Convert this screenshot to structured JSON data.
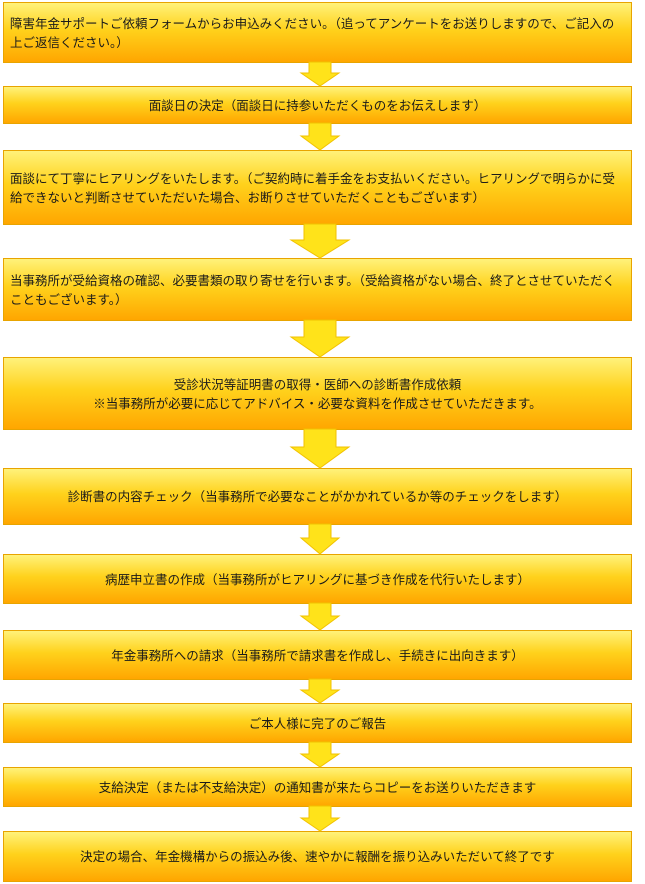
{
  "steps": [
    {
      "text": "障害年金サポートご依頼フォームからお申込みください。（追ってアンケートをお送りしますので、ご記入の上ご返信ください。）",
      "align": "left"
    },
    {
      "text": "面談日の決定（面談日に持参いただくものをお伝えします）",
      "align": "center"
    },
    {
      "text": "面談にて丁寧にヒアリングをいたします。（ご契約時に着手金をお支払いください。ヒアリングで明らかに受給できないと判断させていただいた場合、お断りさせていただくこともございます）",
      "align": "left"
    },
    {
      "text": "当事務所が受給資格の確認、必要書類の取り寄せを行います。（受給資格がない場合、終了とさせていただくこともございます。）",
      "align": "left"
    },
    {
      "text": "受診状況等証明書の取得・医師への診断書作成依頼\n※当事務所が必要に応じてアドバイス・必要な資料を作成させていただきます。",
      "align": "center"
    },
    {
      "text": "診断書の内容チェック（当事務所で必要なことがかかれているか等のチェックをします）",
      "align": "center"
    },
    {
      "text": "病歴申立書の作成（当事務所がヒアリングに基づき作成を代行いたします）",
      "align": "center"
    },
    {
      "text": "年金事務所への請求（当事務所で請求書を作成し、手続きに出向きます）",
      "align": "center"
    },
    {
      "text": "ご本人様に完了のご報告",
      "align": "center"
    },
    {
      "text": "支給決定（または不支給決定）の通知書が来たらコピーをお送りいただきます",
      "align": "center"
    },
    {
      "text": "決定の場合、年金機構からの振込み後、速やかに報酬を振り込みいただいて終了です",
      "align": "center"
    }
  ],
  "colors": {
    "box_top": "#fff27a",
    "box_mid": "#ffd21c",
    "box_bottom": "#ffa600",
    "box_border": "#e8a400",
    "arrow_fill": "#ffe31a",
    "arrow_stroke": "#f2c200"
  }
}
